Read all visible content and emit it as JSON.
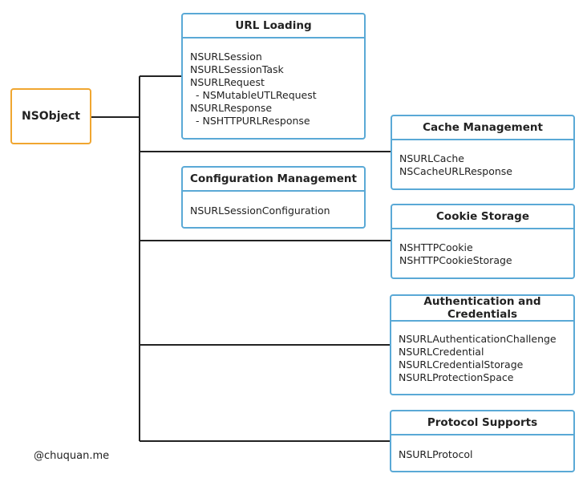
{
  "root": {
    "label": "NSObject"
  },
  "boxes": {
    "url_loading": {
      "title": "URL Loading",
      "items": [
        "NSURLSession",
        "NSURLSessionTask",
        "NSURLRequest",
        "- NSMutableUTLRequest",
        "NSURLResponse",
        "- NSHTTPURLResponse"
      ]
    },
    "cache_management": {
      "title": "Cache Management",
      "items": [
        "NSURLCache",
        "NSCacheURLResponse"
      ]
    },
    "configuration_management": {
      "title": "Configuration Management",
      "items": [
        "NSURLSessionConfiguration"
      ]
    },
    "cookie_storage": {
      "title": "Cookie Storage",
      "items": [
        "NSHTTPCookie",
        "NSHTTPCookieStorage"
      ]
    },
    "authentication": {
      "title": "Authentication and Credentials",
      "items": [
        "NSURLAuthenticationChallenge",
        "NSURLCredential",
        "NSURLCredentialStorage",
        "NSURLProtectionSpace"
      ]
    },
    "protocol_supports": {
      "title": "Protocol Supports",
      "items": [
        "NSURLProtocol"
      ]
    }
  },
  "credit": "@chuquan.me",
  "colors": {
    "root_border": "#f0a630",
    "box_border": "#5aa9d6",
    "line": "#222222"
  }
}
